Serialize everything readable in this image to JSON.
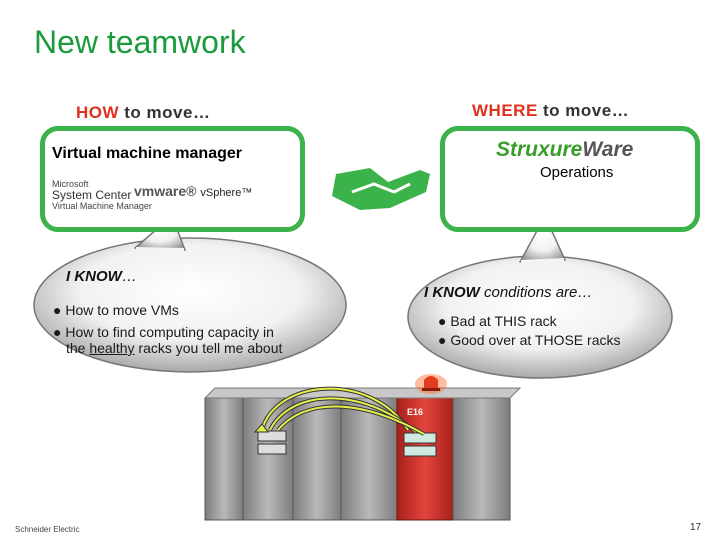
{
  "title": "New teamwork",
  "left": {
    "heading_highlight": "HOW",
    "heading_rest": " to move…",
    "box_label": "Virtual machine manager",
    "logo_system_center_small": "Microsoft",
    "logo_system_center_big": "System Center",
    "logo_system_center_sub": "Virtual Machine Manager",
    "logo_vmware": "vmware®",
    "logo_vsphere": "vSphere™",
    "bubble_heading_bold": "I KNOW",
    "bubble_heading_rest": "…",
    "bullet_1": "● How to move VMs",
    "bullet_2_pre": "● How to find computing capacity in",
    "bullet_2_line2_pre": "the ",
    "bullet_2_line2_underlined": "healthy",
    "bullet_2_line2_post": " racks you tell me about"
  },
  "right": {
    "heading_highlight": "WHERE",
    "heading_rest": " to move…",
    "logo_struxure_a": "Struxure",
    "logo_struxure_b": "Ware",
    "box_label": "Operations",
    "bubble_heading_bold": "I KNOW",
    "bubble_heading_rest": " conditions are…",
    "bullet_1": "● Bad at THIS rack",
    "bullet_2": "● Good over at THOSE racks"
  },
  "rack_label": "E16",
  "footer_left": "Schneider Electric",
  "page_number": "17",
  "colors": {
    "title_green": "#1a9b3c",
    "box_green": "#3cb24a",
    "highlight_red": "#e0301e",
    "rack_red": "#d8302a",
    "rack_gray": "#9a9a9a"
  },
  "icons": [
    "handshake-icon",
    "waveform-icon",
    "fan-icon",
    "alarm-beacon-icon"
  ]
}
